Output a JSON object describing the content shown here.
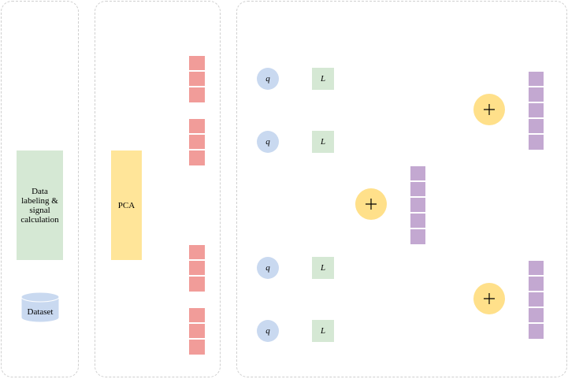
{
  "labels": {
    "labeling": "Data labeling & signal calculation",
    "pca": "PCA",
    "dataset": "Dataset",
    "q": "q",
    "L": "L",
    "plus": "+"
  },
  "colors": {
    "green": "#d5e8d4",
    "yellow": "#ffe599",
    "red": "#f19c99",
    "purple": "#c3a8d1",
    "blue": "#c9d9f0",
    "plus": "#ffe08a"
  }
}
